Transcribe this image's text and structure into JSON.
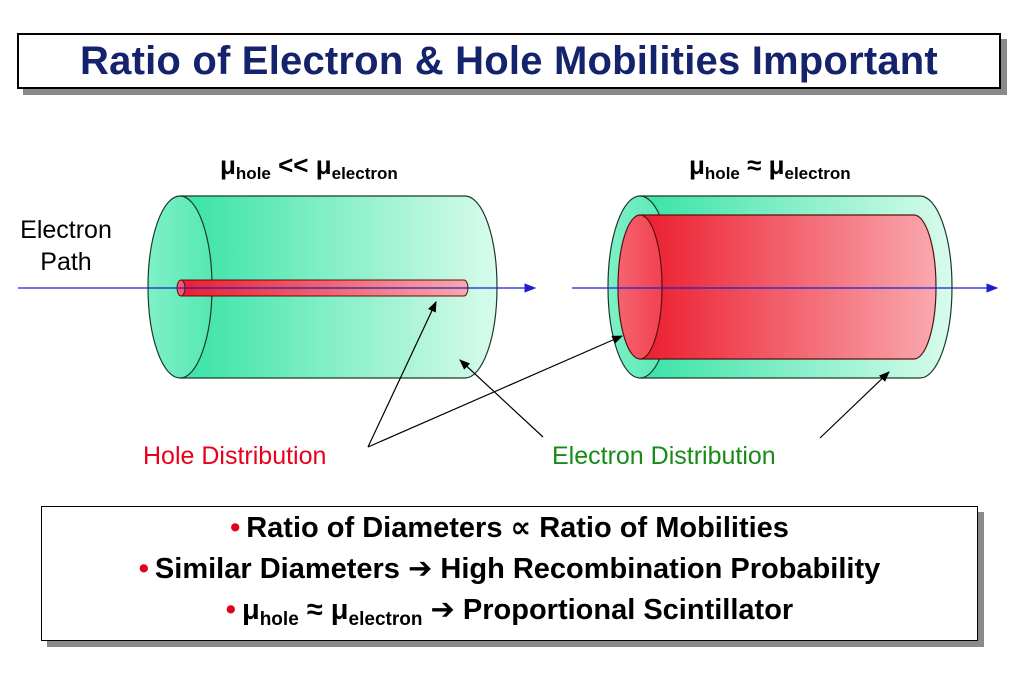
{
  "title": "Ratio of Electron & Hole Mobilities Important",
  "left_header": {
    "mu": "μ",
    "sub1": "hole",
    "op": " << μ",
    "sub2": "electron"
  },
  "right_header": {
    "mu": "μ",
    "sub1": "hole",
    "op": " ≈ μ",
    "sub2": "electron"
  },
  "electron_path_label": {
    "line1": "Electron",
    "line2": "Path"
  },
  "hole_distribution_label": "Hole Distribution",
  "electron_distribution_label": "Electron Distribution",
  "bullets": {
    "b1": "Ratio of Diameters ∝ Ratio of Mobilities",
    "b2_a": "Similar Diameters ",
    "b2_arrow": "➔",
    "b2_b": " High Recombination Probability",
    "b3_mu1": "μ",
    "b3_sub1": "hole",
    "b3_op": " ≈ μ",
    "b3_sub2": "electron",
    "b3_arrow": " ➔ ",
    "b3_tail": "Proportional Scintillator",
    "bullet_char": "•"
  },
  "colors": {
    "title": "#14236b",
    "hole_label": "#e8001c",
    "electron_label": "#178a17",
    "bullet": "#e0001b",
    "electron_path": "#1f1fd0"
  }
}
